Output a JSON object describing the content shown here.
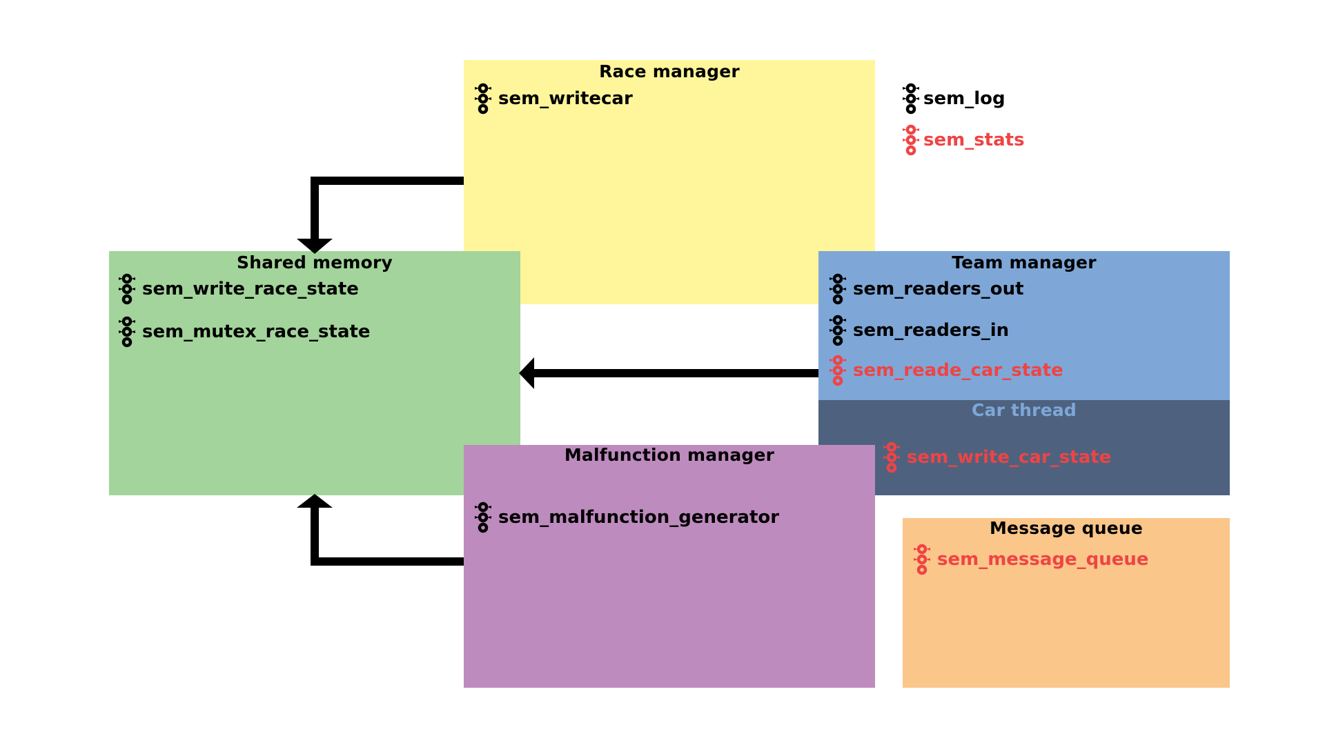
{
  "colors": {
    "race_manager": "#FFF59B",
    "shared_memory": "#A3D49B",
    "team_manager": "#7EA7D8",
    "car_thread": "#4E627F",
    "car_thread_title": "#7EA7D8",
    "malfunction_manager": "#BE8BBE",
    "message_queue": "#FAC68A",
    "sem_black": "#000000",
    "sem_red": "#EF4444",
    "arrow": "#000000"
  },
  "race_manager": {
    "title": "Race manager",
    "semaphores": [
      {
        "label": "sem_writecar",
        "color": "black"
      }
    ]
  },
  "global_semaphores": [
    {
      "label": "sem_log",
      "color": "black"
    },
    {
      "label": "sem_stats",
      "color": "red"
    }
  ],
  "shared_memory": {
    "title": "Shared memory",
    "semaphores": [
      {
        "label": "sem_write_race_state",
        "color": "black"
      },
      {
        "label": "sem_mutex_race_state",
        "color": "black"
      }
    ]
  },
  "team_manager": {
    "title": "Team manager",
    "semaphores": [
      {
        "label": "sem_readers_out",
        "color": "black"
      },
      {
        "label": "sem_readers_in",
        "color": "black"
      },
      {
        "label": "sem_reade_car_state",
        "color": "red"
      }
    ]
  },
  "car_thread": {
    "title": "Car thread",
    "semaphores": [
      {
        "label": "sem_write_car_state",
        "color": "red"
      }
    ]
  },
  "malfunction_manager": {
    "title": "Malfunction manager",
    "semaphores": [
      {
        "label": "sem_malfunction_generator",
        "color": "black"
      }
    ]
  },
  "message_queue": {
    "title": "Message queue",
    "semaphores": [
      {
        "label": "sem_message_queue",
        "color": "red"
      }
    ]
  },
  "arrows": [
    {
      "from": "race_manager",
      "to": "shared_memory"
    },
    {
      "from": "team_manager",
      "to": "shared_memory"
    },
    {
      "from": "malfunction_manager",
      "to": "shared_memory"
    }
  ]
}
